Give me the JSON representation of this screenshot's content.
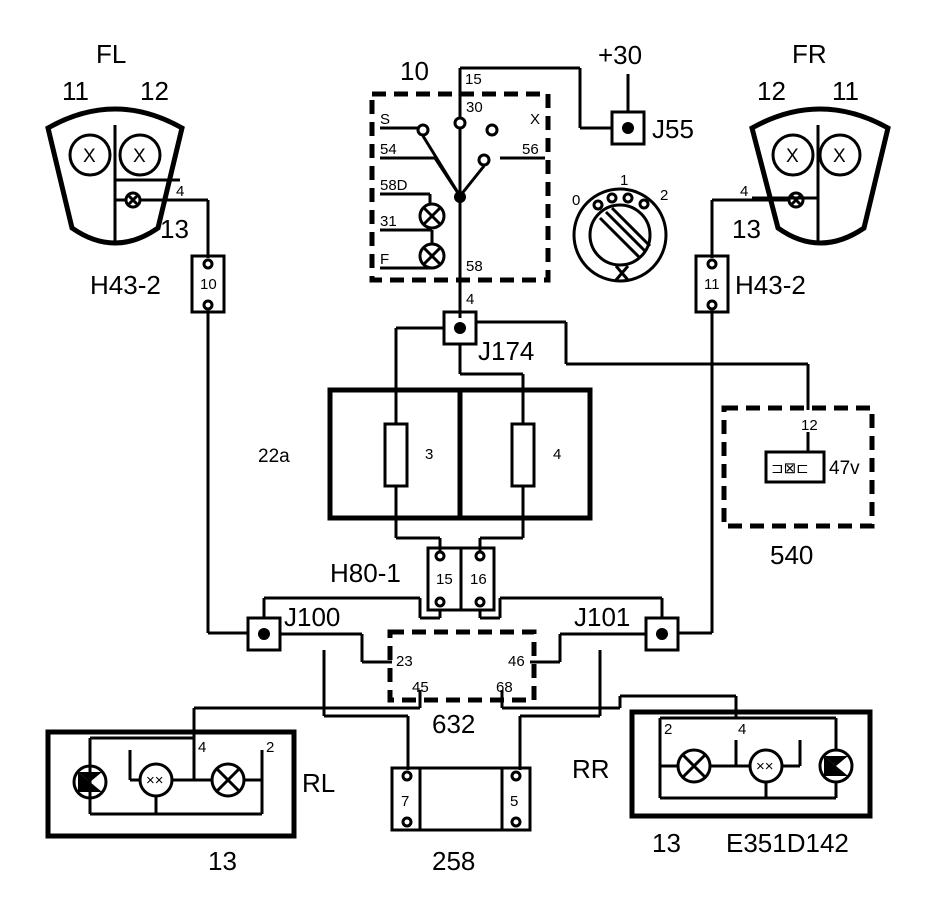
{
  "labels": {
    "fl": "FL",
    "fl_11": "11",
    "fl_12": "12",
    "fl_pin": "4",
    "fl_13": "13",
    "fr": "FR",
    "fr_12": "12",
    "fr_11": "11",
    "fr_pin": "4",
    "fr_13": "13",
    "h43_left": "H43-2",
    "h43_left_pin": "10",
    "h43_right": "H43-2",
    "h43_right_pin": "11",
    "switch_num": "10",
    "sw_15": "15",
    "sw_30": "30",
    "sw_s": "S",
    "sw_x": "X",
    "sw_54": "54",
    "sw_56": "56",
    "sw_58d": "58D",
    "sw_31": "31",
    "sw_f": "F",
    "sw_58": "58",
    "plus30": "+30",
    "j55": "J55",
    "knob_0": "0",
    "knob_1": "1",
    "knob_2": "2",
    "j174_pin": "4",
    "j174": "J174",
    "fuse_block": "22a",
    "fuse_3": "3",
    "fuse_4": "4",
    "relay_pin": "12",
    "relay_code": "47v",
    "relay_num": "540",
    "h80": "H80-1",
    "h80_15": "15",
    "h80_16": "16",
    "j100": "J100",
    "j101": "J101",
    "c632_23": "23",
    "c632_46": "46",
    "c632_45": "45",
    "c632_68": "68",
    "c632": "632",
    "rl_4": "4",
    "rl_2": "2",
    "rl": "RL",
    "rl_13": "13",
    "c258_7": "7",
    "c258_5": "5",
    "c258": "258",
    "rr": "RR",
    "rr_2": "2",
    "rr_4": "4",
    "rr_13": "13",
    "code": "E351D142"
  }
}
